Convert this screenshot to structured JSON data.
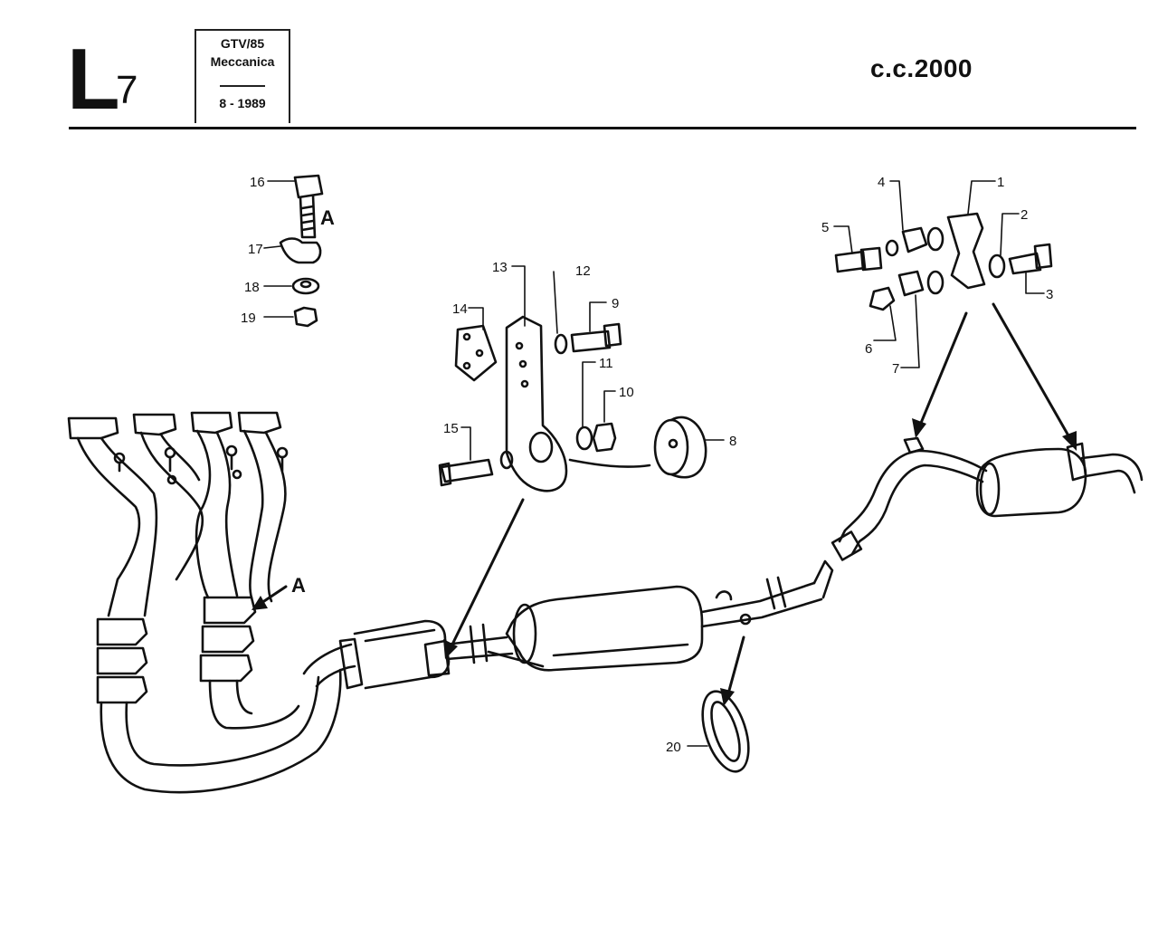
{
  "header": {
    "section_letter": "L",
    "page_number": "7",
    "model": "GTV/85",
    "category": "Meccanica",
    "date": "8 - 1989",
    "engine": "c.c.2000"
  },
  "detail_label": "A",
  "callouts": [
    "1",
    "2",
    "3",
    "4",
    "5",
    "6",
    "7",
    "8",
    "9",
    "10",
    "11",
    "12",
    "13",
    "14",
    "15",
    "16",
    "17",
    "18",
    "19",
    "20"
  ],
  "colors": {
    "ink": "#111111",
    "paper": "#ffffff"
  }
}
